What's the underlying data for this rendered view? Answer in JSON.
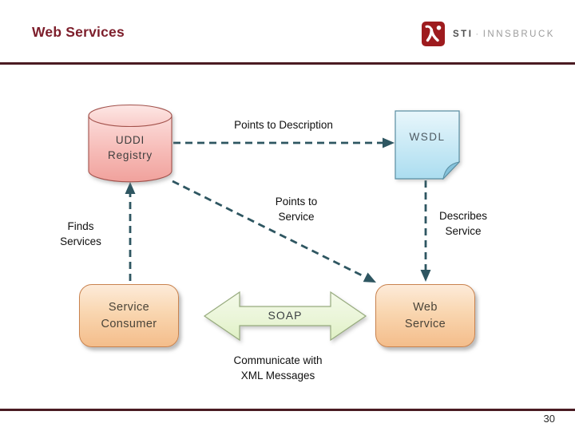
{
  "header": {
    "title": "Web Services",
    "logo": {
      "org": "STI",
      "separator": "·",
      "city": "INNSBRUCK"
    }
  },
  "diagram": {
    "nodes": {
      "uddi_registry": {
        "line1": "UDDI",
        "line2": "Registry"
      },
      "wsdl": {
        "label": "WSDL"
      },
      "service_consumer": {
        "line1": "Service",
        "line2": "Consumer"
      },
      "web_service": {
        "line1": "Web",
        "line2": "Service"
      },
      "soap": {
        "label": "SOAP"
      }
    },
    "edge_labels": {
      "points_to_description": {
        "line1": "Points to Description"
      },
      "finds_services": {
        "line1": "Finds",
        "line2": "Services"
      },
      "points_to_service": {
        "line1": "Points to",
        "line2": "Service"
      },
      "describes_service": {
        "line1": "Describes",
        "line2": "Service"
      },
      "communicate": {
        "line1": "Communicate with",
        "line2": "XML Messages"
      }
    },
    "colors": {
      "connector": "#2E5661",
      "uddi_fill_top": "#FDE3E1",
      "uddi_fill_bottom": "#F0A19C",
      "uddi_border": "#A3524C",
      "wsdl_fill_top": "#E8F6FB",
      "wsdl_fill_bottom": "#ABDDF0",
      "wsdl_border": "#5B8FA3",
      "box_fill_top": "#FDEBD9",
      "box_fill_bottom": "#F4BD8B",
      "box_border": "#C9834F",
      "soap_fill_top": "#F4FAE9",
      "soap_fill_bottom": "#DFF0C4",
      "soap_border": "#97AB7E",
      "accent_maroon": "#7D1E2B",
      "rule_color": "#4A1B22",
      "logo_red": "#9E1B1E"
    }
  },
  "footer": {
    "page_number": "30"
  }
}
